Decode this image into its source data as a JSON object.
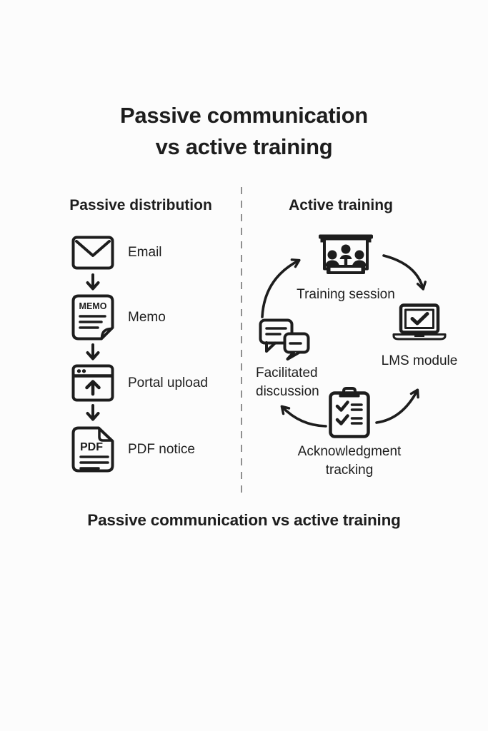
{
  "title": {
    "line1": "Passive communication",
    "line2": "vs active training"
  },
  "left": {
    "header": "Passive distribution",
    "items": [
      {
        "label": "Email",
        "icon": "email-icon"
      },
      {
        "label": "Memo",
        "icon": "memo-icon"
      },
      {
        "label": "Portal upload",
        "icon": "portal-upload-icon"
      },
      {
        "label": "PDF notice",
        "icon": "pdf-document-icon"
      }
    ]
  },
  "right": {
    "header": "Active training",
    "nodes": [
      {
        "label": "Training session",
        "icon": "training-session-icon"
      },
      {
        "label": "LMS module",
        "icon": "laptop-check-icon"
      },
      {
        "label": "Acknowledgment tracking",
        "icon": "clipboard-checklist-icon"
      },
      {
        "label": "Facilitated discussion",
        "icon": "chat-bubbles-icon"
      }
    ]
  },
  "icon_text": {
    "memo": "MEMO",
    "pdf": "PDF"
  },
  "caption": "Passive communication vs active training",
  "colors": {
    "ink": "#1d1d1d",
    "background": "#fcfcfc",
    "divider": "#8f8f8f"
  }
}
